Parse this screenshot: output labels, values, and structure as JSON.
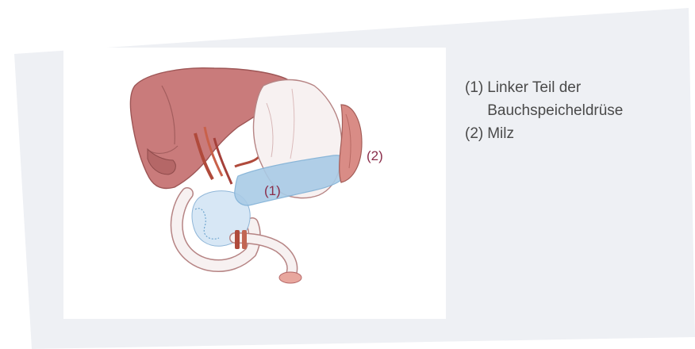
{
  "colors": {
    "panel": "#eef0f4",
    "card": "#ffffff",
    "callout": "#8a2d4a",
    "legend_text": "#4a4a4a",
    "liver": "#c97b7b",
    "pancreas_highlight": "#a9cbe6",
    "stomach": "#f7f1f1"
  },
  "callouts": [
    {
      "label": "(1)"
    },
    {
      "label": "(2)"
    }
  ],
  "legend": [
    {
      "num": "(1)",
      "text": "Linker Teil der Bauchspeicheldrüse"
    },
    {
      "num": "(2)",
      "text": "Milz"
    }
  ]
}
